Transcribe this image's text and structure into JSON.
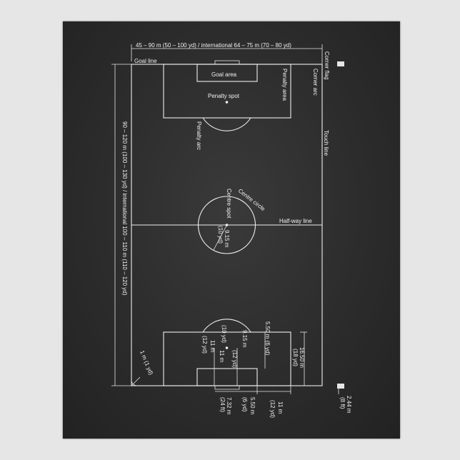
{
  "labels": {
    "width_dimension": "45 – 90 m (50 – 100 yd) / international 64 – 75 m (70 – 80 yd)",
    "length_dimension": "90 – 120 m (100 – 130 yd) / international 100 – 110 m (110 – 120 yd)",
    "goal_line": "Goal line",
    "goal_area": "Goal area",
    "penalty_spot": "Penalty spot",
    "penalty_area": "Penalty area",
    "penalty_arc": "Penalty arc",
    "corner_flag": "Corner flag",
    "corner_arc": "Corner arc",
    "touch_line": "Touch line",
    "centre_circle": "Centre circle",
    "centre_spot": "Centre spot",
    "half_way_line": "Half-way line",
    "radius_m": "9.15 m",
    "radius_yd": "(10 yd)",
    "arc_radius_m": "9.15 m",
    "arc_radius_yd": "(10 yd)",
    "spot_dist_m": "11 m",
    "spot_dist_yd": "(12 yd)",
    "spot_dist2_m": "11 m",
    "spot_dist2_yd": "(12 yd)",
    "goal_area_depth_m": "5.50 m (6 yd)",
    "penalty_depth_m": "16.50 m",
    "penalty_depth_yd": "(18 yd)",
    "corner_radius_m": "1 m (1 yd)",
    "goal_width_m": "7.32 m",
    "goal_width_ft": "(24 ft)",
    "goal_area_offset_m": "5.50 m",
    "goal_area_offset_yd": "(6 yd)",
    "penalty_offset_m": "11 m",
    "penalty_offset_yd": "(12 yd)",
    "goal_height_m": "2.44 m",
    "goal_height_ft": "(8 ft)"
  }
}
